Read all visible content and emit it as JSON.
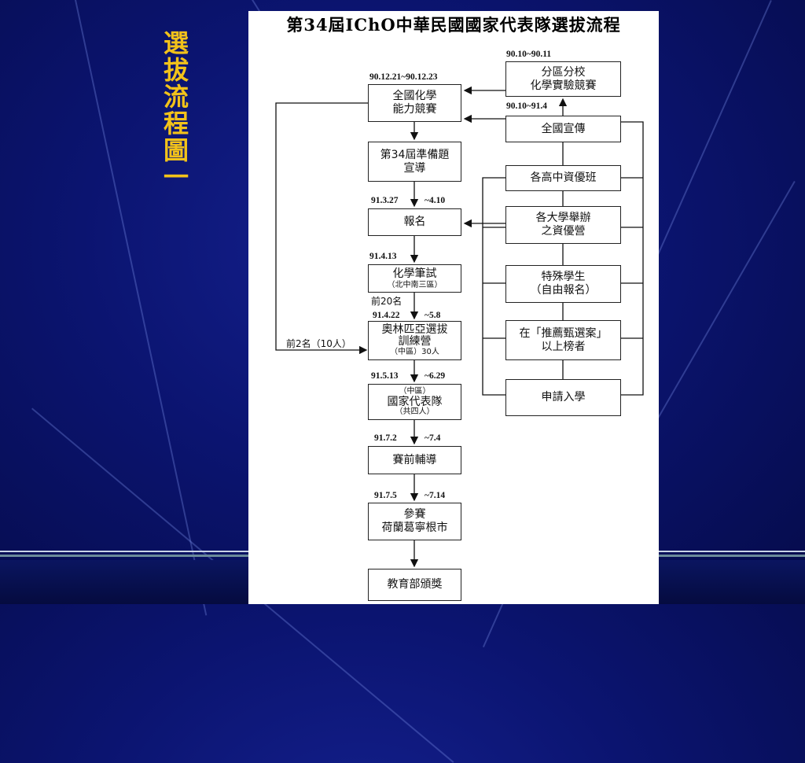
{
  "slide": {
    "side_title": "選拔流程圖一"
  },
  "diagram": {
    "title": "第34屆IChO中華民國國家代表隊選拔流程",
    "nodes": {
      "national_competition": [
        "全國化學",
        "能力競賽"
      ],
      "prep_guide": [
        "第34屆準備題",
        "宣導"
      ],
      "registration": [
        "報名"
      ],
      "written_test": [
        "化學筆試",
        "（北中南三區）"
      ],
      "olympiad_camp": [
        "奧林匹亞選拔",
        "訓練營",
        "（中區）30人"
      ],
      "national_team": [
        "（中區）",
        "國家代表隊",
        "（共四人）"
      ],
      "pre_training": [
        "賽前輔導"
      ],
      "compete": [
        "參賽",
        "荷蘭葛寧根市"
      ],
      "award": [
        "教育部頒獎"
      ],
      "regional_exp": [
        "分區分校",
        "化學實驗競賽"
      ],
      "promotion": [
        "全國宣傳"
      ],
      "gifted_class": [
        "各高中資優班"
      ],
      "univ_camp": [
        "各大學舉辦",
        "之資優營"
      ],
      "special_students": [
        "特殊學生",
        "（自由報名）"
      ],
      "recommended": [
        "在「推薦甄選案」",
        "以上榜者"
      ],
      "apply_admission": [
        "申請入學"
      ]
    },
    "labels": {
      "regional_dates": "90.10~90.11",
      "national_dates": "90.12.21~90.12.23",
      "promotion_dates": "90.10~91.4",
      "reg_start": "91.3.27",
      "reg_end": "~4.10",
      "test_date": "91.4.13",
      "top20": "前20名",
      "camp_start": "91.4.22",
      "camp_end": "~5.8",
      "top2": "前2名（10人）",
      "team_start": "91.5.13",
      "team_end": "~6.29",
      "pre_start": "91.7.2",
      "pre_end": "~7.4",
      "comp_start": "91.7.5",
      "comp_end": "~7.14"
    }
  }
}
